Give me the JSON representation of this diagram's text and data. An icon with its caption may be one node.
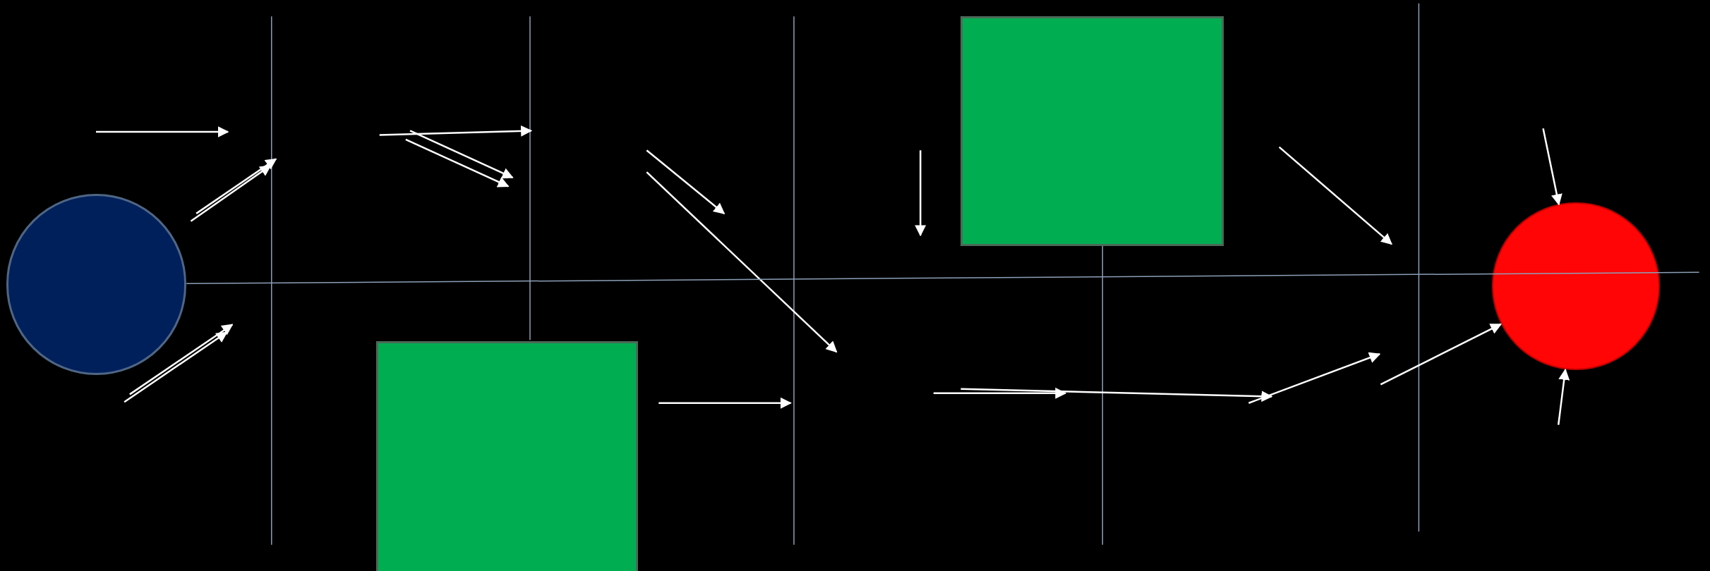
{
  "diagram": {
    "nodes": [
      {
        "text": [],
        "shape": "circle"
      },
      {
        "text": [],
        "shape": "box"
      },
      {
        "text": [],
        "shape": "box"
      },
      {
        "text": [],
        "shape": "circle"
      }
    ],
    "edges": [
      {
        "from": 0,
        "to": null,
        "arrow": "none",
        "color": "#8ca0b8"
      },
      {
        "from": null,
        "to": 3,
        "arrow": "to"
      },
      {
        "from": null,
        "to": 3,
        "arrow": "to"
      },
      {
        "from": null,
        "to": 3,
        "arrow": "to"
      }
    ]
  }
}
